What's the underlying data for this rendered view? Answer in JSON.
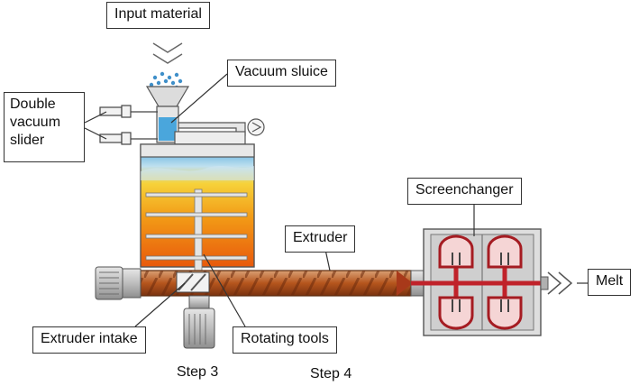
{
  "labels": {
    "input_material": "Input material",
    "vacuum_sluice": "Vacuum sluice",
    "double_vacuum_slider": [
      "Double",
      "vacuum",
      "slider"
    ],
    "screenchanger": "Screenchanger",
    "extruder": "Extruder",
    "melt": "Melt",
    "extruder_intake": "Extruder intake",
    "rotating_tools": "Rotating tools"
  },
  "steps": {
    "step3": "Step 3",
    "step4": "Step 4"
  },
  "colors": {
    "material_top": "#3ea0d8",
    "material_mid": "#f4c21a",
    "material_bottom": "#e8590c",
    "screw": "#b5551d",
    "melt_channel": "#c0222a",
    "machine_gray": "#cfcfcf"
  }
}
